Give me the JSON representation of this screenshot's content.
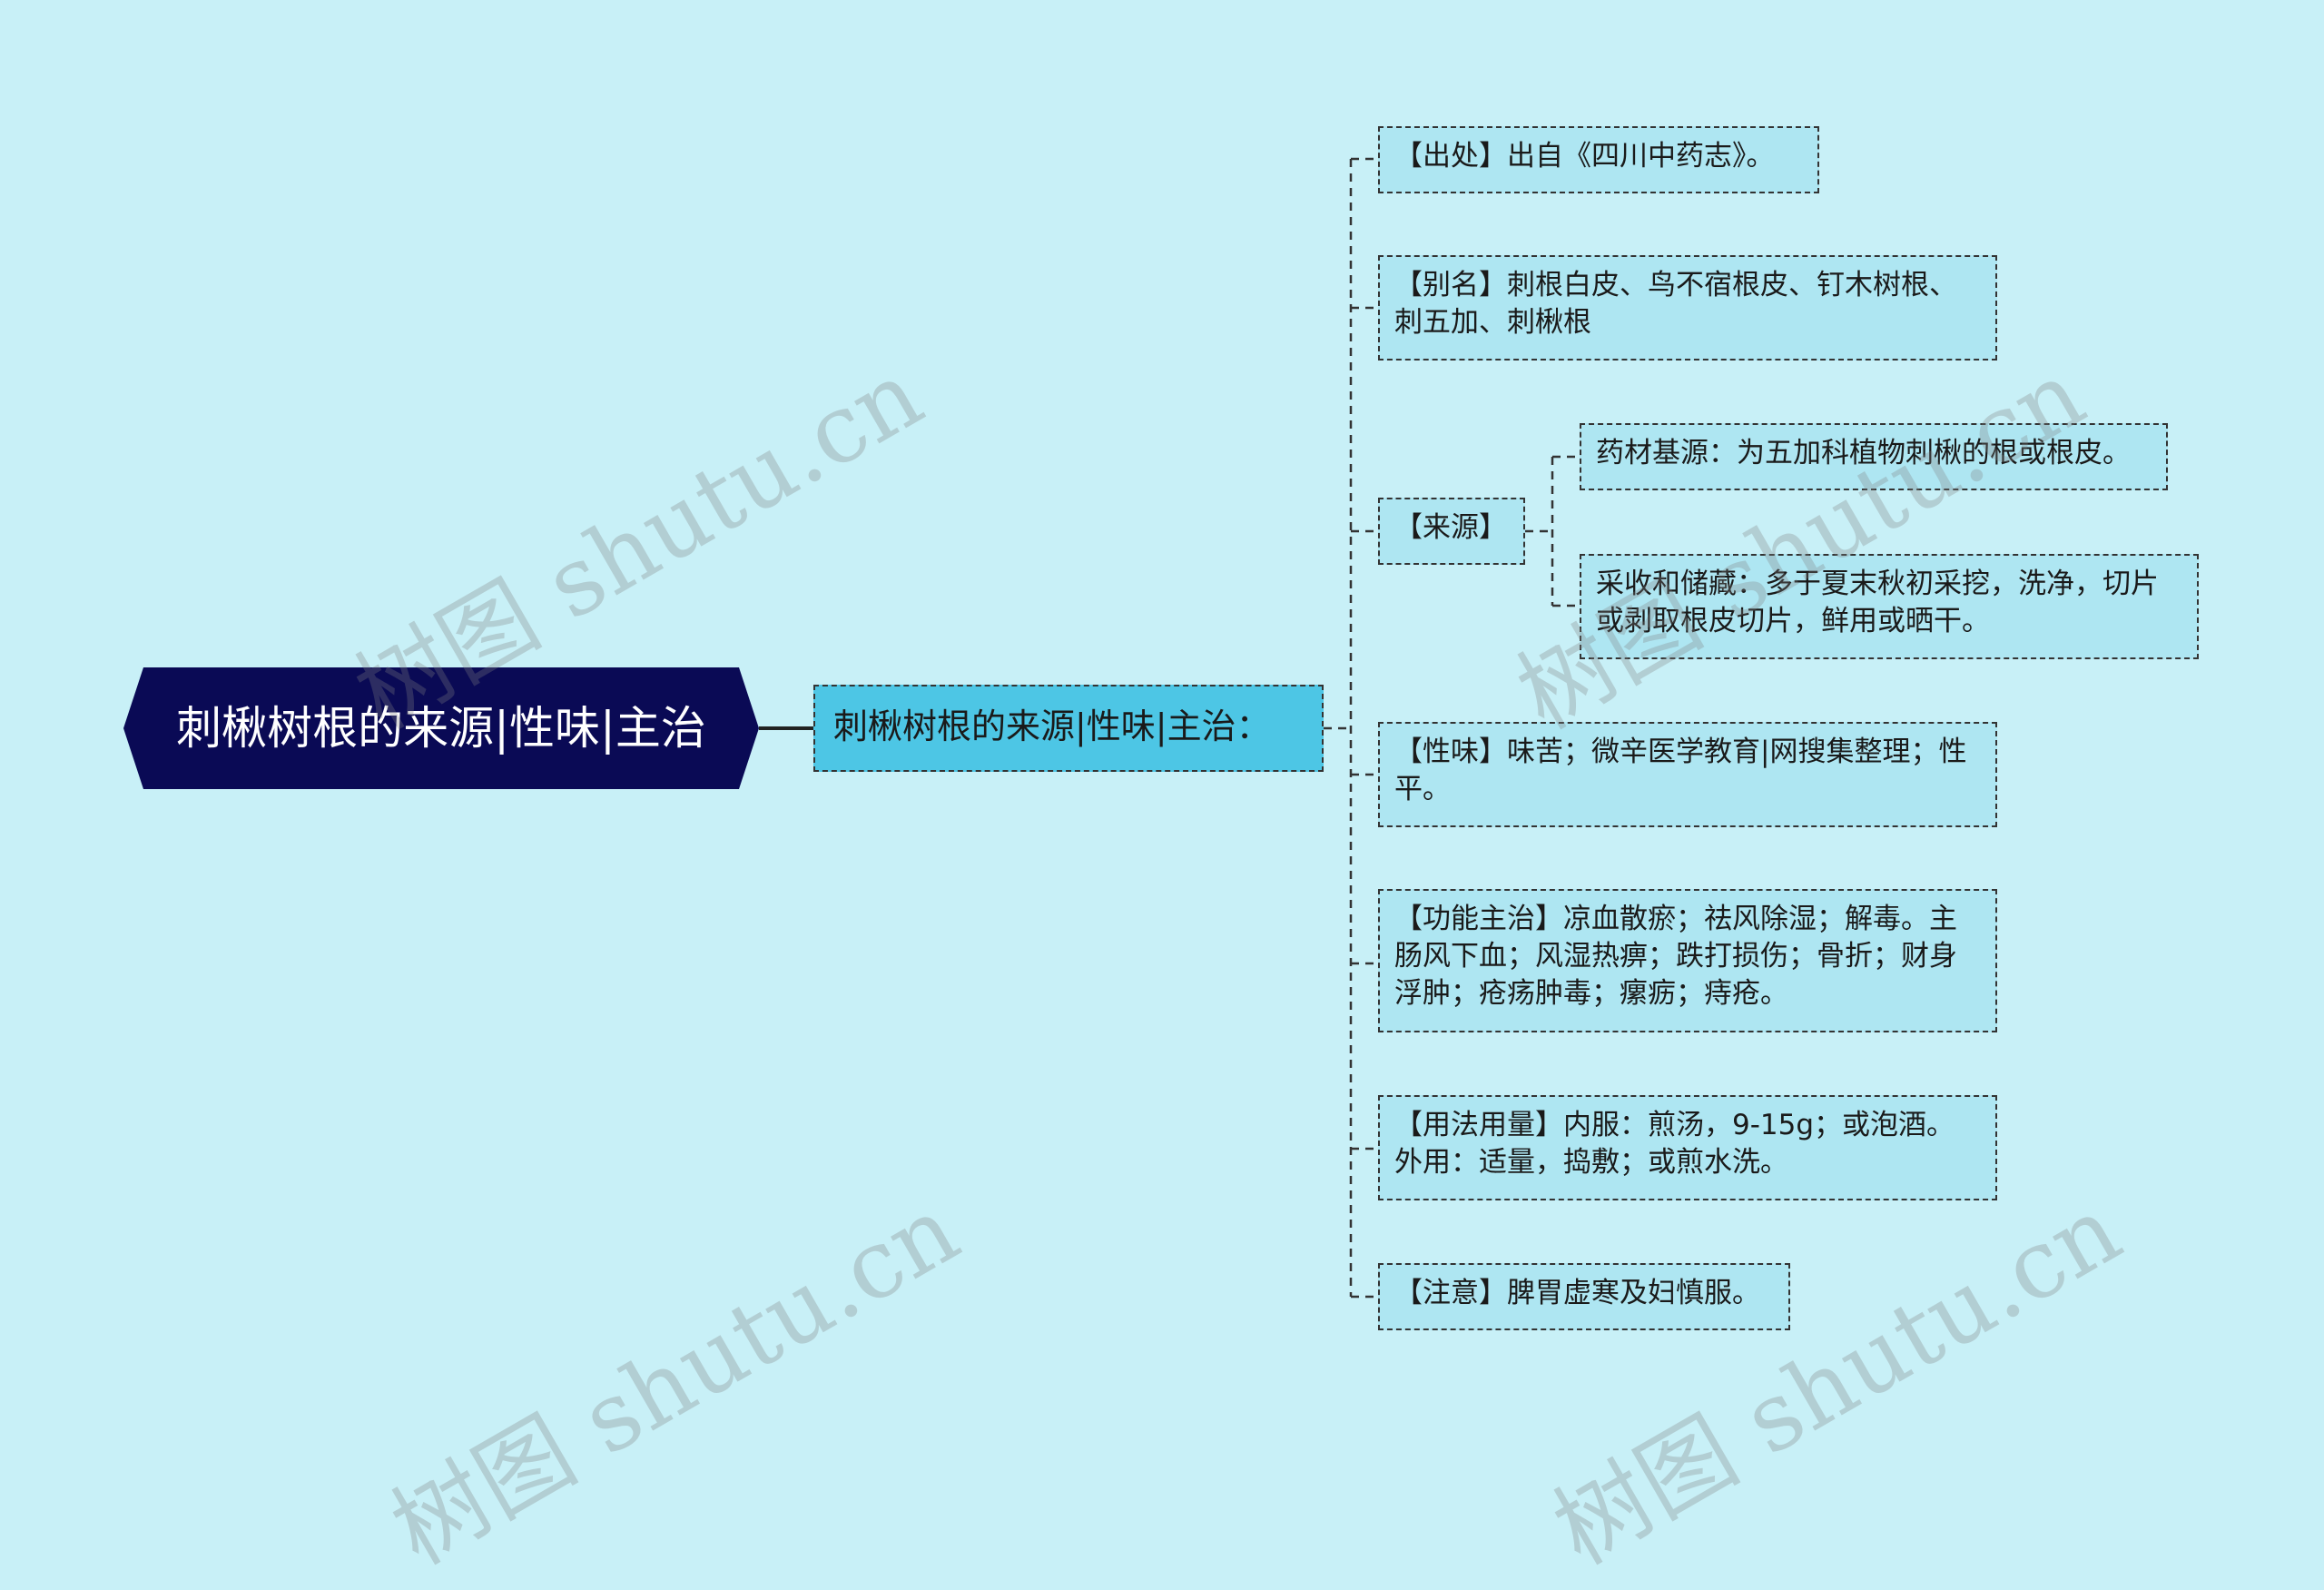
{
  "root": {
    "label": "刺楸树根的来源|性味|主治"
  },
  "middle": {
    "label": "刺楸树根的来源|性味|主治："
  },
  "branches": [
    {
      "label": "【出处】出自《四川中药志》。"
    },
    {
      "label": "【别名】刺根白皮、鸟不宿根皮、钉木树根、刺五加、刺楸根"
    },
    {
      "label": "【来源】",
      "children": [
        {
          "label": "药材基源：为五加科植物刺楸的根或根皮。"
        },
        {
          "label": "采收和储藏：多于夏末秋初采挖，洗净，切片或剥取根皮切片，鲜用或晒干。"
        }
      ]
    },
    {
      "label": "【性味】味苦；微辛医学教育|网搜集整理；性平。"
    },
    {
      "label": "【功能主治】凉血散瘀；祛风除湿；解毒。主肠风下血；风湿热痹；跌打损伤；骨折；财身浮肿；疮疡肿毒；瘰疬；痔疮。"
    },
    {
      "label": "【用法用量】内服：煎汤，9-15g；或泡酒。外用：适量，捣敷；或煎水洗。"
    },
    {
      "label": "【注意】脾胃虚寒及妇慎服。"
    }
  ],
  "watermark": "树图 shutu.cn",
  "colors": {
    "background": "#c8f0f7",
    "root": "#0a0a55",
    "middle": "#4dc6e5",
    "leaf": "#aee6f2",
    "line": "#333333"
  }
}
